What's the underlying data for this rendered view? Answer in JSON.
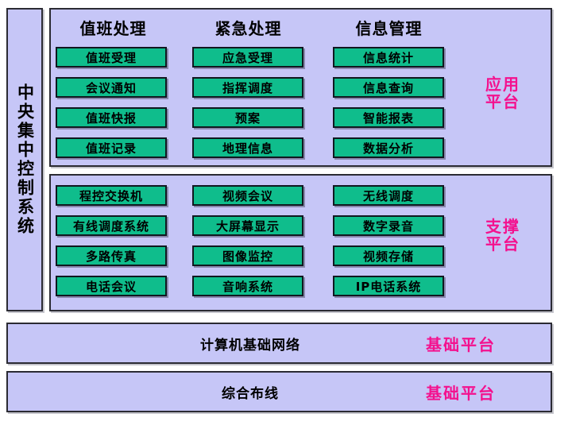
{
  "sidebar": {
    "label": "中央集中控制系统"
  },
  "panels": [
    {
      "id": "application",
      "tag": "应用\n平台",
      "tag_line1": "应用",
      "tag_line2": "平台",
      "columns": [
        {
          "header": "值班处理",
          "items": [
            "值班受理",
            "会议通知",
            "值班快报",
            "值班记录"
          ]
        },
        {
          "header": "紧急处理",
          "items": [
            "应急受理",
            "指挥调度",
            "预案",
            "地理信息"
          ]
        },
        {
          "header": "信息管理",
          "items": [
            "信息统计",
            "信息查询",
            "智能报表",
            "数据分析"
          ]
        }
      ]
    },
    {
      "id": "support",
      "tag_line1": "支撑",
      "tag_line2": "平台",
      "columns": [
        {
          "header": "",
          "items": [
            "程控交换机",
            "有线调度系统",
            "多路传真",
            "电话会议"
          ]
        },
        {
          "header": "",
          "items": [
            "视频会议",
            "大屏幕显示",
            "图像监控",
            "音响系统"
          ]
        },
        {
          "header": "",
          "items": [
            "无线调度",
            "数字录音",
            "视频存储",
            "IP电话系统"
          ]
        }
      ]
    }
  ],
  "bottom_bars": [
    {
      "name": "计算机基础网络",
      "tag": "基础平台"
    },
    {
      "name": "综合布线",
      "tag": "基础平台"
    }
  ],
  "colors": {
    "panel_fill": "#c6c6f7",
    "item_fill": "#0fbd8c",
    "border": "#2b2b33",
    "tag_magenta": "#f4118e",
    "text": "#000000",
    "background": "#ffffff"
  }
}
